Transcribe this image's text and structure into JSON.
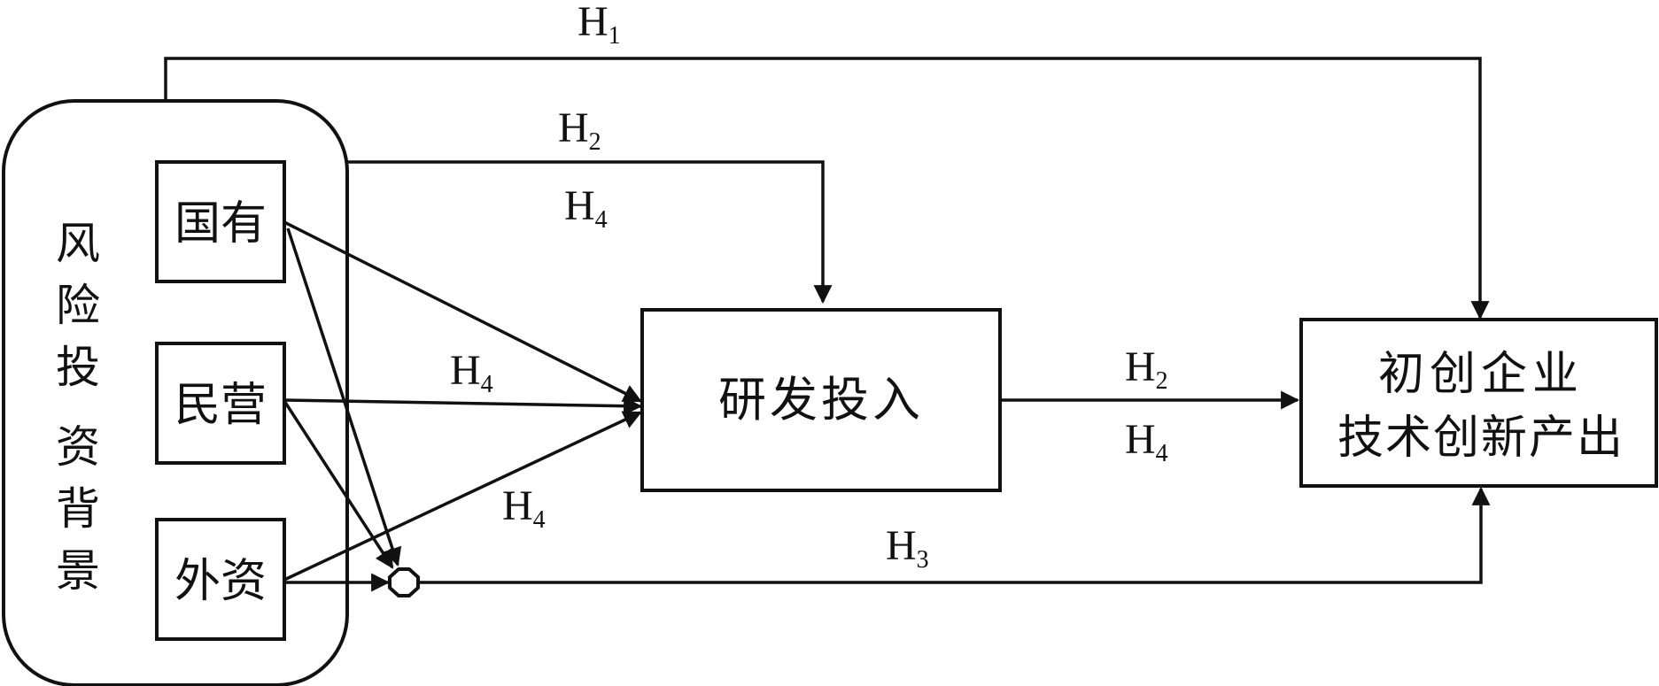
{
  "group": {
    "title_chars": [
      "风",
      "险",
      "投",
      "资",
      "背",
      "景"
    ],
    "items": [
      {
        "label": "国有"
      },
      {
        "label": "民营"
      },
      {
        "label": "外资"
      }
    ]
  },
  "rd_input": {
    "label": "研发投入"
  },
  "outcome": {
    "line1": "初创企业",
    "line2": "技术创新产出"
  },
  "paths": {
    "h1": {
      "base": "H",
      "sub": "1"
    },
    "h2_top": {
      "base": "H",
      "sub": "2"
    },
    "h4_top": {
      "base": "H",
      "sub": "4"
    },
    "h4_mid": {
      "base": "H",
      "sub": "4"
    },
    "h4_low": {
      "base": "H",
      "sub": "4"
    },
    "h2_right": {
      "base": "H",
      "sub": "2"
    },
    "h4_right": {
      "base": "H",
      "sub": "4"
    },
    "h3": {
      "base": "H",
      "sub": "3"
    }
  }
}
